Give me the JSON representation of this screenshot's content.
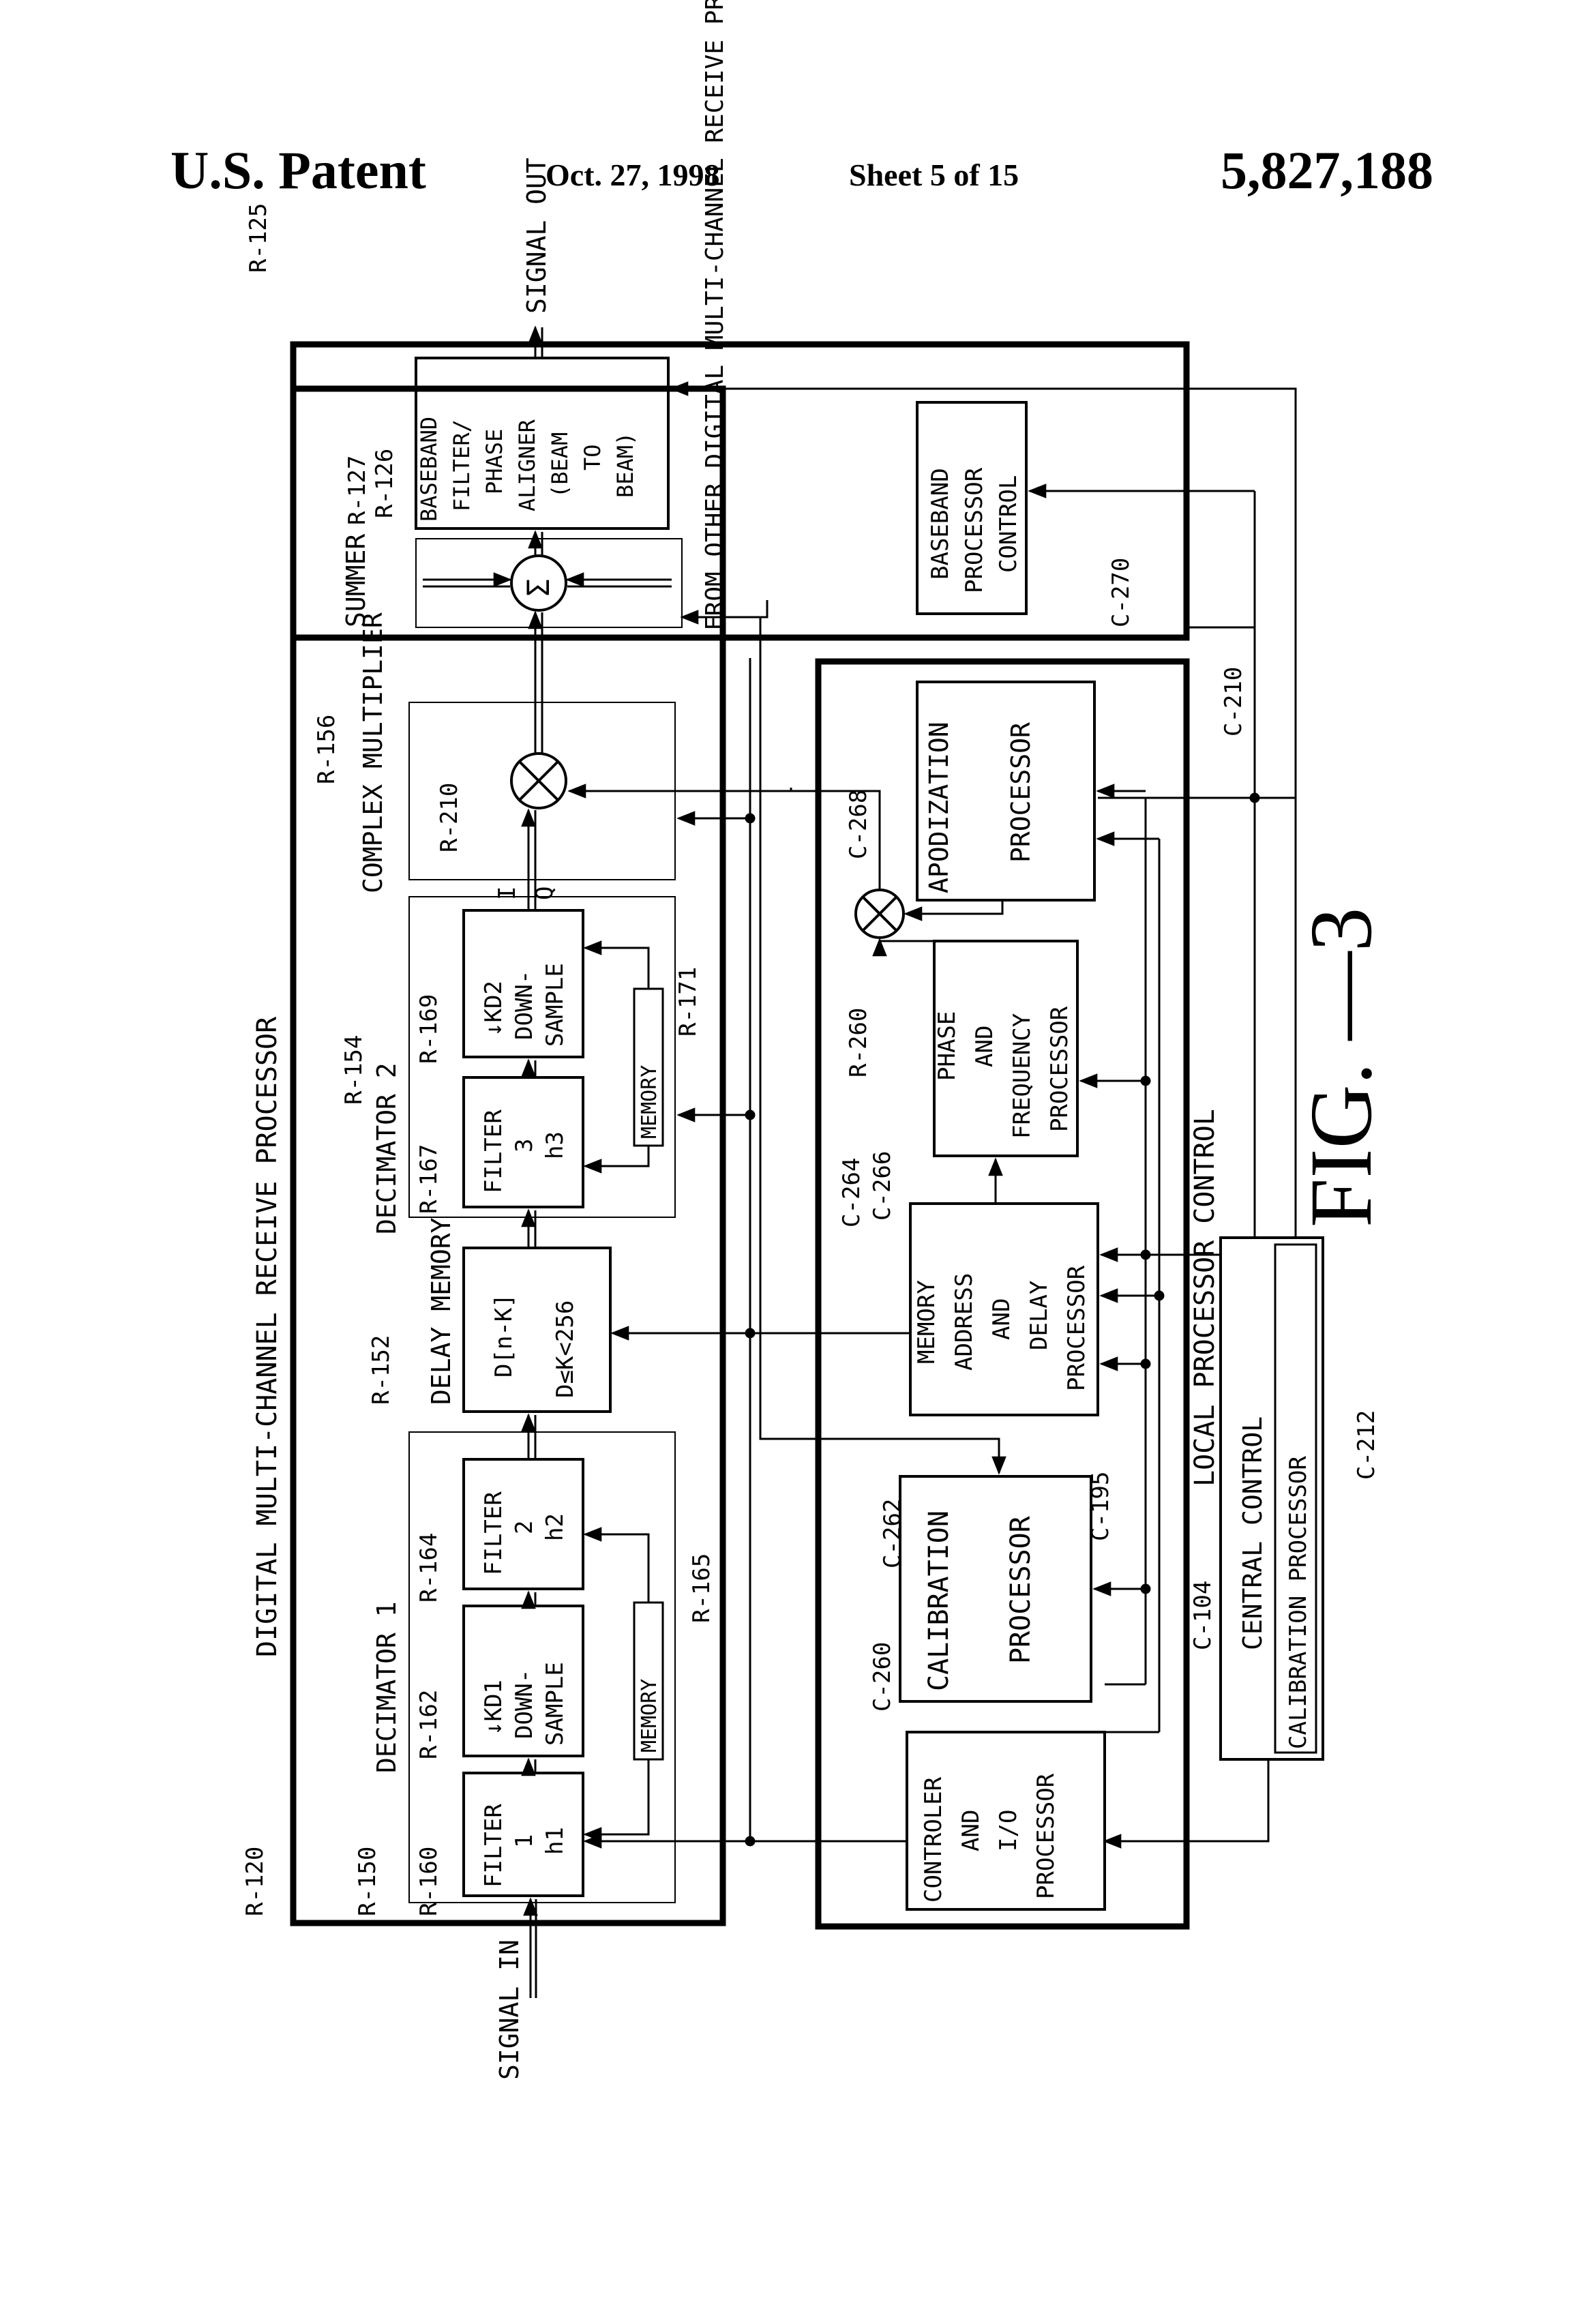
{
  "header": {
    "left": "U.S. Patent",
    "date": "Oct. 27, 1998",
    "sheet": "Sheet 5 of 15",
    "number": "5,827,188"
  },
  "figure": {
    "label": "FIG. —3"
  },
  "labels": {
    "signal_in": "SIGNAL IN",
    "signal_out": "SIGNAL OUT",
    "dmcrp_title": "DIGITAL MULTI-CHANNEL RECEIVE PROCESSOR",
    "lpc_title": "LOCAL PROCESSOR CONTROL",
    "decimator1": "DECIMATOR 1",
    "decimator2": "DECIMATOR 2",
    "delay_memory": "DELAY MEMORY",
    "complex_multiplier": "COMPLEX MULTIPLIER",
    "summer": "SUMMER",
    "from_other": "FROM OTHER DIGITAL MULTI-CHANNEL RECEIVE PROCESSORS",
    "central_control": "CENTRAL CONTROL",
    "calibration_processor_cc": "CALIBRATION PROCESSOR",
    "I": "I",
    "Q": "Q"
  },
  "blocks": {
    "filter1": [
      "FILTER",
      "1",
      "h1"
    ],
    "kd1": [
      "↓KD1",
      "DOWN-",
      "SAMPLE"
    ],
    "filter2": [
      "FILTER",
      "2",
      "h2"
    ],
    "memory1": "MEMORY",
    "delay": [
      "D[n-K]",
      "D≤K<256"
    ],
    "filter3": [
      "FILTER",
      "3",
      "h3"
    ],
    "kd2": [
      "↓KD2",
      "DOWN-",
      "SAMPLE"
    ],
    "memory2": "MEMORY",
    "baseband_filter": [
      "BASEBAND",
      "FILTER/",
      "PHASE",
      "ALIGNER",
      "(BEAM",
      "TO",
      "BEAM)"
    ],
    "baseband_control": [
      "BASEBAND",
      "PROCESSOR",
      "CONTROL"
    ],
    "controller_io": [
      "CONTROLER",
      "AND",
      "I/O",
      "PROCESSOR"
    ],
    "calibration": [
      "CALIBRATION",
      "PROCESSOR"
    ],
    "mem_addr_delay": [
      "MEMORY",
      "ADDRESS",
      "AND",
      "DELAY",
      "PROCESSOR"
    ],
    "phase_freq": [
      "PHASE",
      "AND",
      "FREQUENCY",
      "PROCESSOR"
    ],
    "apodization": [
      "APODIZATION",
      "PROCESSOR"
    ],
    "sigma": "Σ"
  },
  "refs": {
    "r120": "R-120",
    "r125": "R-125",
    "r126": "R-126",
    "r127": "R-127",
    "r150": "R-150",
    "r152": "R-152",
    "r154": "R-154",
    "r156": "R-156",
    "r160": "R-160",
    "r162": "R-162",
    "r164": "R-164",
    "r165": "R-165",
    "r167": "R-167",
    "r169": "R-169",
    "r171": "R-171",
    "r210": "R-210",
    "c104": "C-104",
    "c195": "C-195",
    "c210": "C-210",
    "c212": "C-212",
    "c260": "C-260",
    "c262": "C-262",
    "c264": "C-264",
    "c266": "C-266",
    "c268": "C-268",
    "c270": "C-270",
    "r260": "R-260"
  }
}
